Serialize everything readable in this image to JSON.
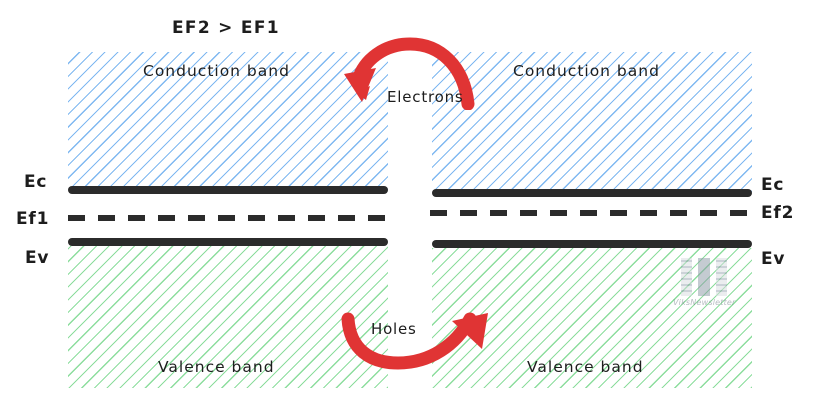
{
  "diagram": {
    "title": "EF2 > EF1",
    "type": "semiconductor-band-diagram",
    "background_color": "#ffffff"
  },
  "colors": {
    "conduction_hatch": "#78b4f0",
    "valence_hatch": "#78d78c",
    "level_line": "#2b2b2b",
    "arrow": "#e03434",
    "text": "#1d1d1d"
  },
  "left_region": {
    "conduction_label": "Conduction band",
    "valence_label": "Valence band",
    "levels": [
      {
        "name": "Ec",
        "label": "Ec",
        "style": "solid"
      },
      {
        "name": "Ef1",
        "label": "Ef1",
        "style": "dashed"
      },
      {
        "name": "Ev",
        "label": "Ev",
        "style": "solid"
      }
    ]
  },
  "right_region": {
    "conduction_label": "Conduction band",
    "valence_label": "Valence band",
    "levels": [
      {
        "name": "Ec",
        "label": "Ec",
        "style": "solid"
      },
      {
        "name": "Ef2",
        "label": "Ef2",
        "style": "dashed"
      },
      {
        "name": "Ev",
        "label": "Ev",
        "style": "solid"
      }
    ]
  },
  "annotations": {
    "electrons_label": "Electrons",
    "electrons_direction": "right-to-left",
    "holes_label": "Holes",
    "holes_direction": "left-to-right"
  },
  "watermark": {
    "text": "ViksNewsletter"
  }
}
